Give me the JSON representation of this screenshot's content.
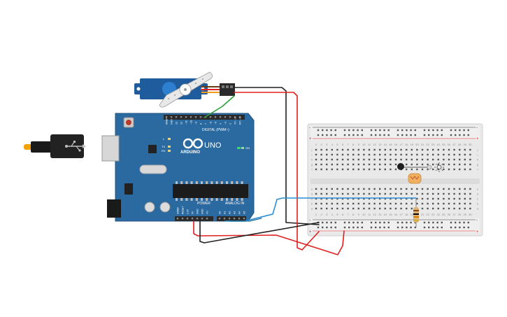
{
  "board": {
    "name": "Arduino Uno",
    "brand": "ARDUINO",
    "model": "UNO",
    "digital_header": "DIGITAL (PWM~)",
    "power_header": "POWER",
    "analog_header": "ANALOG IN",
    "led_l": "L",
    "led_tx": "TX",
    "led_rx": "RX",
    "on_label": "ON",
    "digital_pins": [
      "AREF",
      "GND",
      "13",
      "12",
      "~11",
      "~10",
      "~9",
      "8",
      "7",
      "~6",
      "~5",
      "4",
      "~3",
      "2",
      "TX→1",
      "RX←0"
    ],
    "power_pins": [
      "IOREF",
      "RESET",
      "3.3V",
      "5V",
      "GND",
      "GND",
      "Vin"
    ],
    "analog_pins": [
      "A0",
      "A1",
      "A2",
      "A3",
      "A4",
      "A5"
    ],
    "colors": {
      "board": "#2b6aa0",
      "header": "#2a2a2a",
      "silk": "#ffffff"
    }
  },
  "servo": {
    "name": "Micro Servo",
    "colors": {
      "body": "#1f5c9e",
      "horn": "#e8e8e8"
    }
  },
  "breadboard": {
    "name": "Breadboard Small",
    "rows_top": [
      "j",
      "i",
      "h",
      "g",
      "f"
    ],
    "rows_bottom": [
      "e",
      "d",
      "c",
      "b",
      "a"
    ],
    "column_numbers": [
      "1",
      "2",
      "3",
      "4",
      "5",
      "6",
      "7",
      "8",
      "9",
      "10",
      "11",
      "12",
      "13",
      "14",
      "15",
      "16",
      "17",
      "18",
      "19",
      "20",
      "21",
      "22",
      "23",
      "24",
      "25",
      "26",
      "27",
      "28",
      "29",
      "30"
    ],
    "rail_plus": "+",
    "rail_minus": "-"
  },
  "components": {
    "photoresistor": {
      "name": "Photoresistor (LDR)",
      "icon": "sun-icon"
    },
    "resistor": {
      "name": "Resistor"
    }
  },
  "wires": [
    {
      "name": "servo-signal-wire",
      "from": "servo signal",
      "to": "pin ~9",
      "color": "#2f9e3a"
    },
    {
      "name": "servo-power-wire",
      "from": "servo V+",
      "to": "breadboard + rail",
      "color": "#e02020"
    },
    {
      "name": "servo-ground-wire",
      "from": "servo GND",
      "to": "breadboard - rail",
      "color": "#202020"
    },
    {
      "name": "arduino-5v-wire",
      "from": "5V",
      "to": "breadboard + rail",
      "color": "#e02020"
    },
    {
      "name": "arduino-gnd-wire",
      "from": "GND",
      "to": "breadboard - rail",
      "color": "#202020"
    },
    {
      "name": "analog-a0-wire",
      "from": "A0",
      "to": "LDR / resistor node",
      "color": "#2a8fd6"
    }
  ]
}
